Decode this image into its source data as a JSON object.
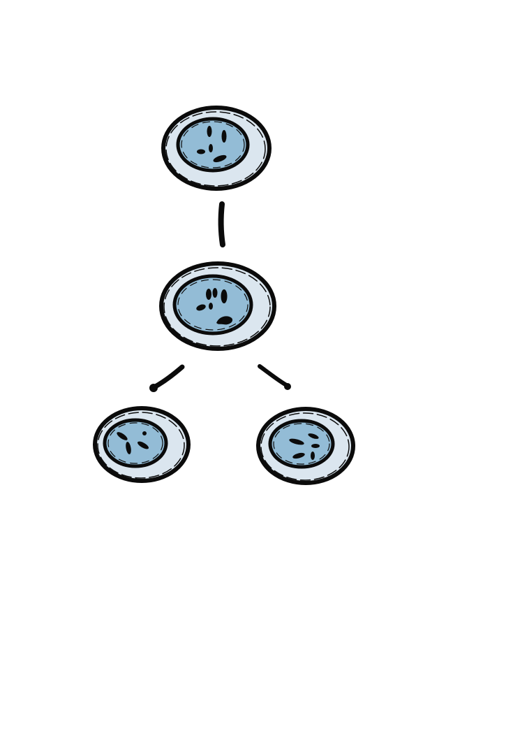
{
  "diagram": {
    "colors": {
      "outline": "#0b0b0b",
      "cytoplasm": "#dbe6ef",
      "nucleus": "#93bcd6",
      "nucleus_highlight": "#a9cbe0",
      "background": "#ffffff"
    },
    "cells": [
      {
        "id": "parent-cell",
        "chromosome_count": 5
      },
      {
        "id": "middle-cell",
        "chromosome_count": 6
      },
      {
        "id": "daughter-cell-left",
        "chromosome_count": 4
      },
      {
        "id": "daughter-cell-right",
        "chromosome_count": 5
      }
    ],
    "connectors": [
      {
        "from": "parent-cell",
        "to": "middle-cell"
      },
      {
        "from": "middle-cell",
        "to": "daughter-cell-left"
      },
      {
        "from": "middle-cell",
        "to": "daughter-cell-right"
      }
    ]
  }
}
